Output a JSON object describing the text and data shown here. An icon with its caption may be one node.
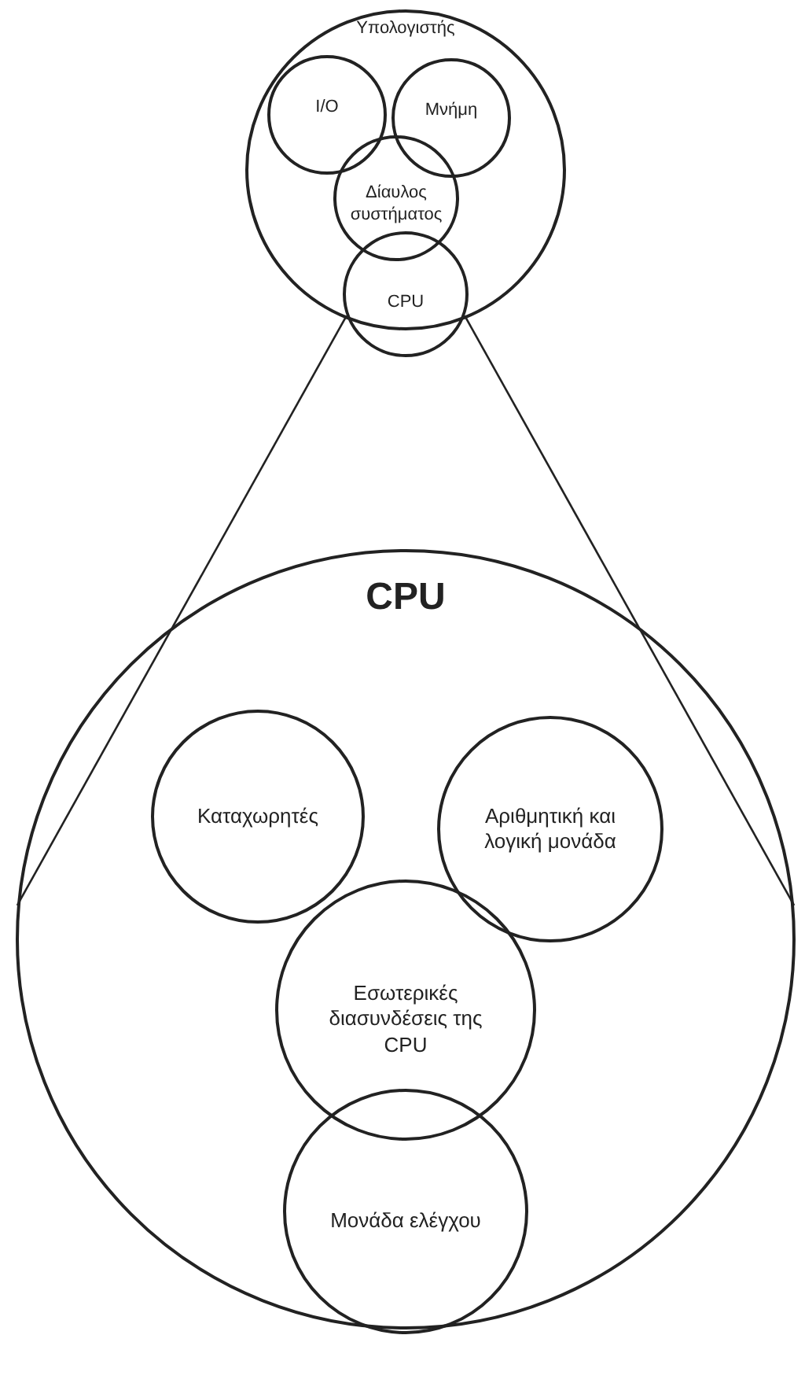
{
  "diagram": {
    "nodes": [
      {
        "text": [
          "Υπολογιστής"
        ]
      },
      {
        "text": [
          "I/O"
        ],
        "in": 0
      },
      {
        "text": [
          "Μνήμη"
        ],
        "in": 0
      },
      {
        "text": [
          "Δίαυλος συστήματος"
        ],
        "in": 0
      },
      {
        "text": [
          "CPU"
        ]
      },
      {
        "text": [
          "CPU"
        ]
      },
      {
        "text": [
          "Καταχωρητές"
        ],
        "in": 5
      },
      {
        "text": [
          "Αριθμητική και λογική μονάδα"
        ],
        "in": 5
      },
      {
        "text": [
          "Εσωτερικές διασυνδέσεις της CPU"
        ],
        "in": 5
      },
      {
        "text": [
          "Μονάδα ελέγχου"
        ],
        "in": 5
      }
    ],
    "edges": [
      {
        "from": 4,
        "to": 5,
        "arrow": "none"
      },
      {
        "from": 4,
        "to": 5,
        "arrow": "none"
      }
    ]
  }
}
